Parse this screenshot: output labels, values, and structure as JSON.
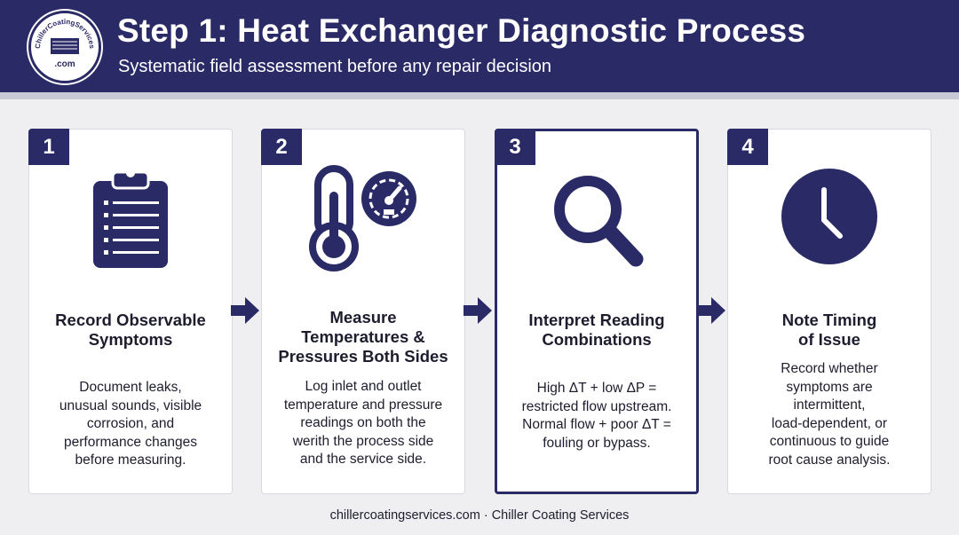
{
  "header": {
    "title": "Step 1: Heat Exchanger Diagnostic Process",
    "subtitle": "Systematic field assessment before any repair decision",
    "logo_icon": "company-logo-badge",
    "logo_text_top": "ChillerCoatingServices",
    "logo_text_bottom": ".com"
  },
  "steps": [
    {
      "number": "1",
      "icon": "clipboard-icon",
      "title_lines": [
        "Record Observable",
        "Symptoms"
      ],
      "body_lines": [
        "Document leaks,",
        "unusual sounds, visible",
        "corrosion, and",
        "performance changes",
        "before measuring."
      ]
    },
    {
      "number": "2",
      "icon": "thermometer-gauge-icon",
      "title_lines": [
        "Measure",
        "Temperatures &",
        "Pressures Both Sides"
      ],
      "body_lines": [
        "Log inlet and outlet",
        "temperature and pressure",
        "readings on both the",
        "werith the process side",
        "and the service side."
      ]
    },
    {
      "number": "3",
      "icon": "magnifying-glass-icon",
      "title_lines": [
        "Interpret Reading",
        "Combinations"
      ],
      "body_lines": [
        "High ΔT + low ΔP =",
        "restricted flow upstream.",
        "Normal flow + poor ΔT =",
        "fouling or bypass."
      ]
    },
    {
      "number": "4",
      "icon": "clock-icon",
      "title_lines": [
        "Note Timing",
        "of Issue"
      ],
      "body_lines": [
        "Record whether",
        "symptoms are",
        "intermittent,",
        "load-dependent, or",
        "continuous to guide",
        "root cause analysis."
      ]
    }
  ],
  "footer": "chillercoatingservices.com · Chiller Coating Services",
  "colors": {
    "navy": "#2a2a66",
    "background": "#efeff2",
    "card": "#ffffff"
  }
}
